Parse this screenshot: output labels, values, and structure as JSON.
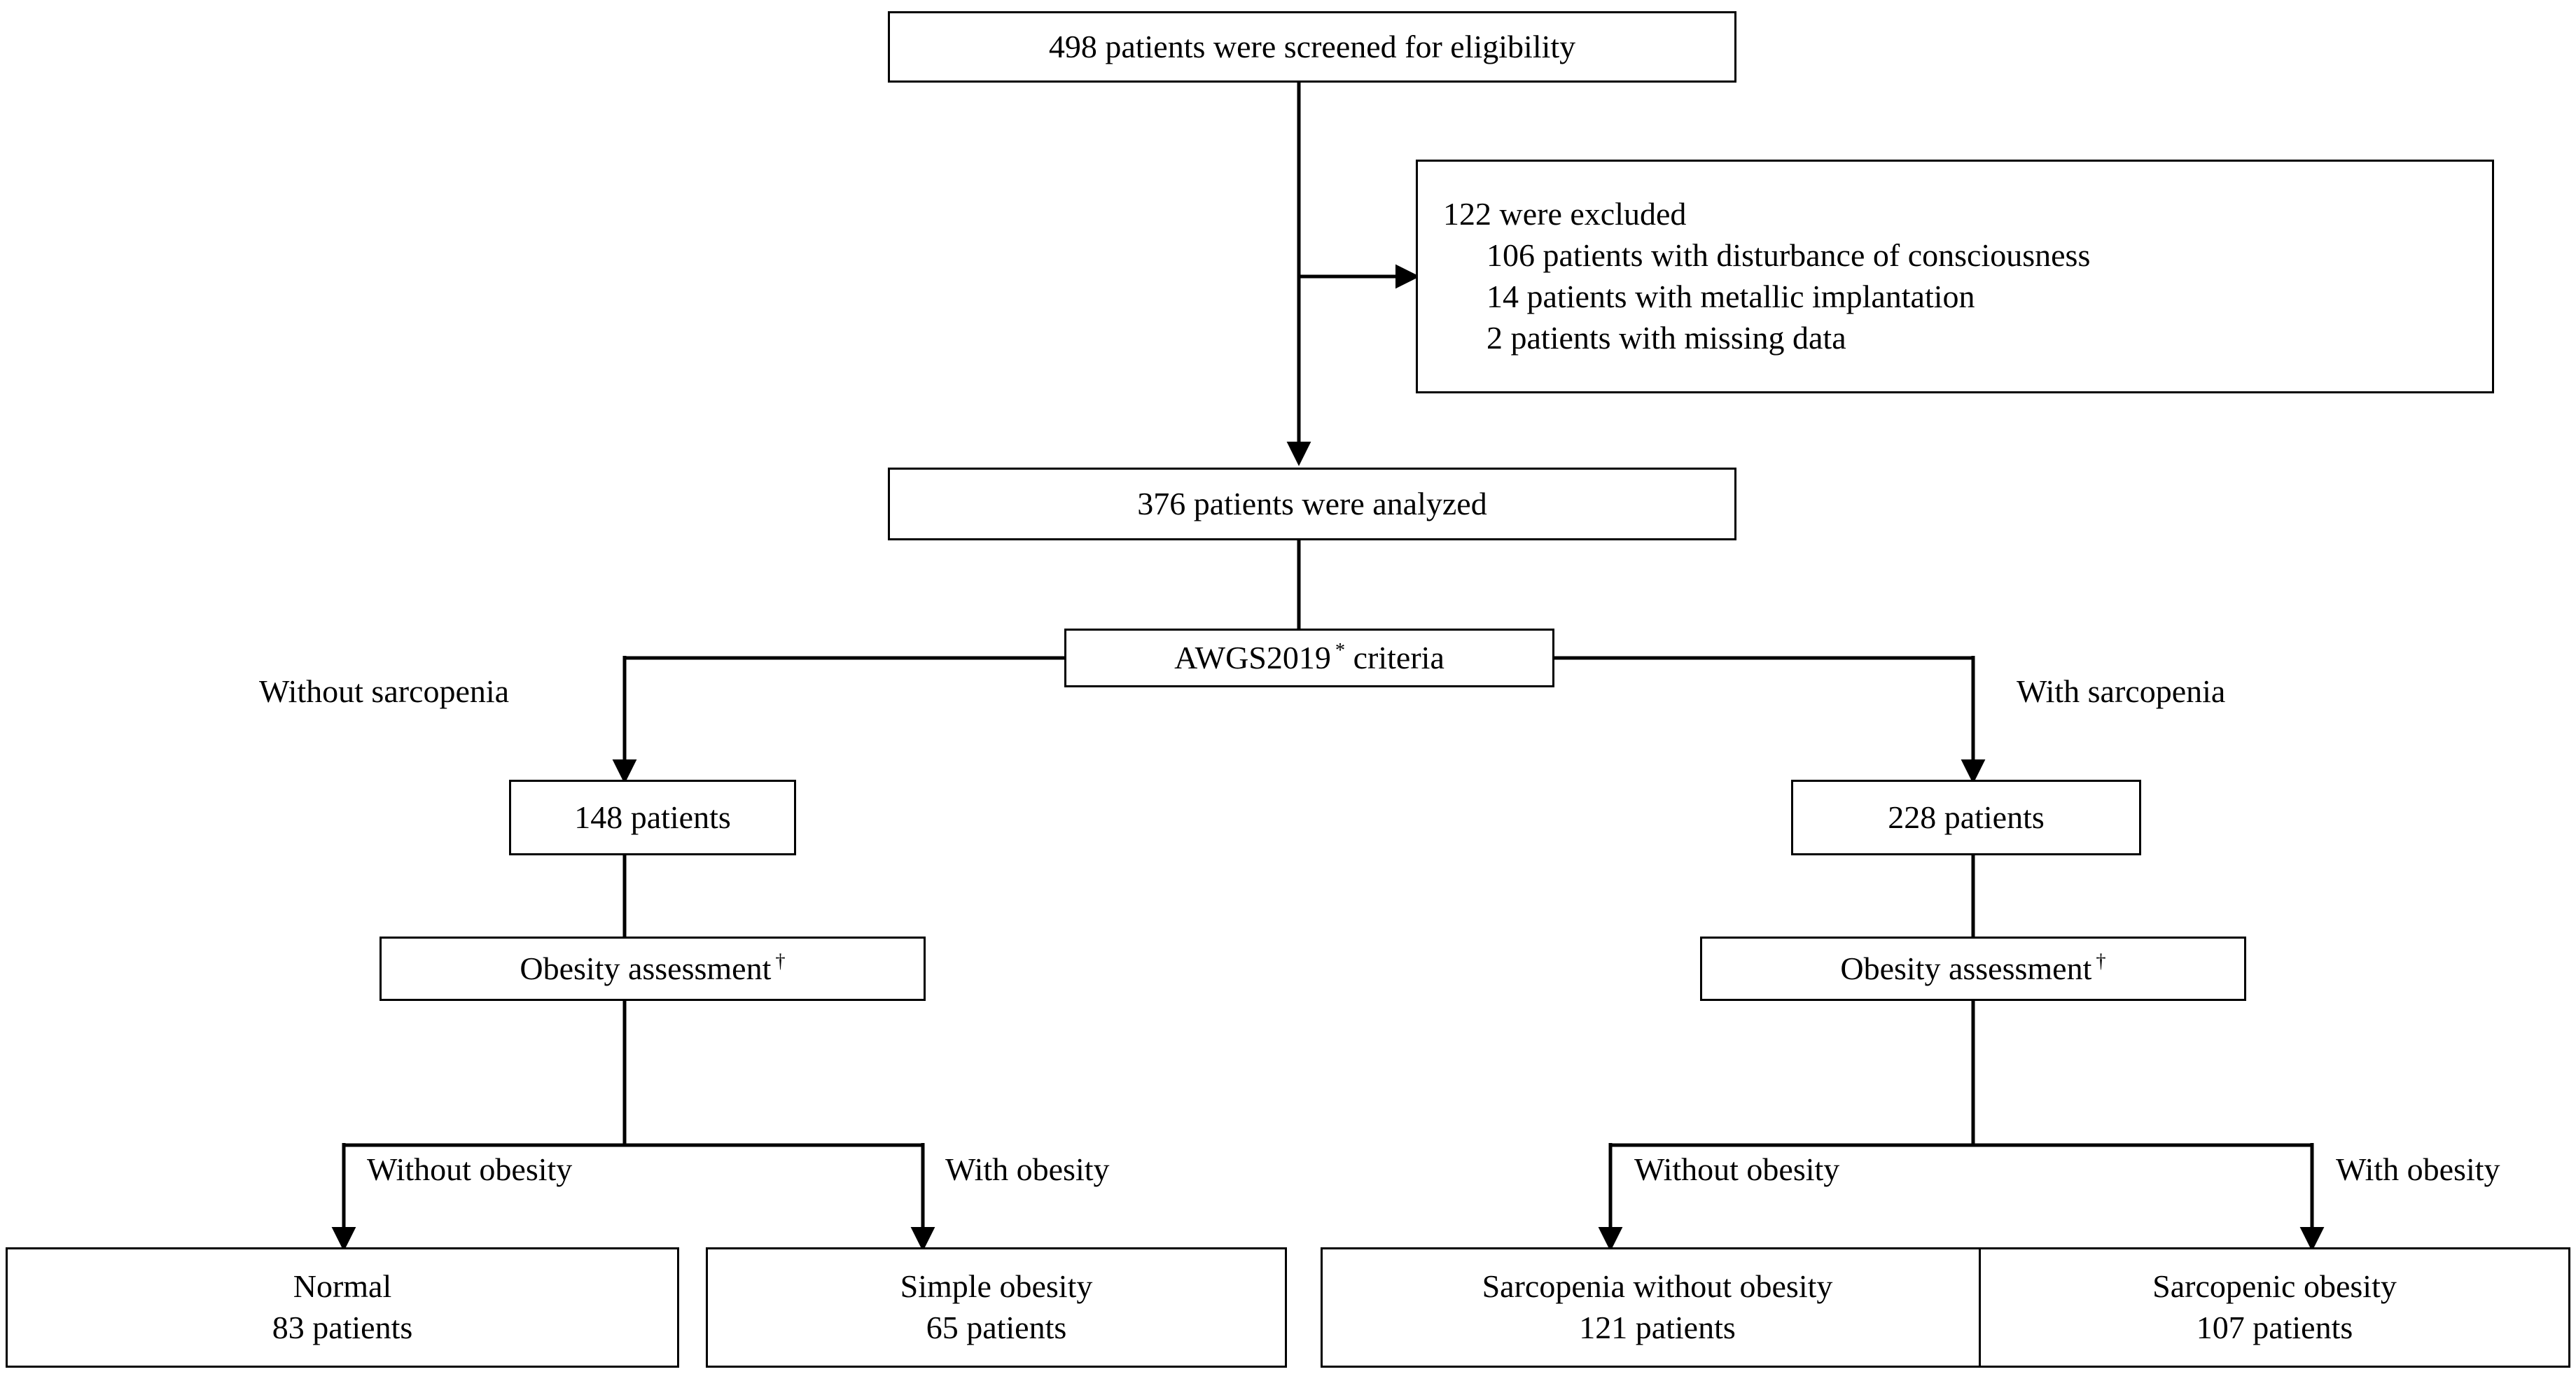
{
  "figure": {
    "type": "flowchart",
    "orientation": "top-down",
    "background_color": "#ffffff",
    "line_color": "#000000",
    "text_color": "#000000"
  },
  "nodes": {
    "screened": {
      "label": "498 patients were screened for eligibility",
      "count": 498
    },
    "excluded": {
      "header": "122 were excluded",
      "total": 122,
      "reasons": [
        {
          "text": "106 patients with disturbance of consciousness",
          "count": 106
        },
        {
          "text": "14 patients with metallic implantation",
          "count": 14
        },
        {
          "text": "2 patients with missing data",
          "count": 2
        }
      ]
    },
    "analyzed": {
      "label": "376 patients were analyzed",
      "count": 376
    },
    "criteria": {
      "label": "AWGS2019",
      "marker": "*",
      "suffix": "criteria"
    },
    "left_group": {
      "label": "148 patients",
      "count": 148
    },
    "right_group": {
      "label": "228 patients",
      "count": 228
    },
    "left_obesity_assessment": {
      "label": "Obesity assessment",
      "marker": "†"
    },
    "right_obesity_assessment": {
      "label": "Obesity assessment",
      "marker": "†"
    },
    "normal": {
      "title": "Normal",
      "detail": "83 patients",
      "count": 83
    },
    "simple_obesity": {
      "title": "Simple obesity",
      "detail": "65 patients",
      "count": 65
    },
    "sarcopenia_without_obesity": {
      "title": "Sarcopenia without obesity",
      "detail": "121 patients",
      "count": 121
    },
    "sarcopenic_obesity": {
      "title": "Sarcopenic obesity",
      "detail": "107 patients",
      "count": 107
    }
  },
  "edge_labels": {
    "without_sarcopenia": "Without sarcopenia",
    "with_sarcopenia": "With sarcopenia",
    "left_without_obesity": "Without obesity",
    "left_with_obesity": "With obesity",
    "right_without_obesity": "Without obesity",
    "right_with_obesity": "With obesity"
  },
  "footnote_markers": {
    "asterisk": "*",
    "dagger": "†"
  }
}
